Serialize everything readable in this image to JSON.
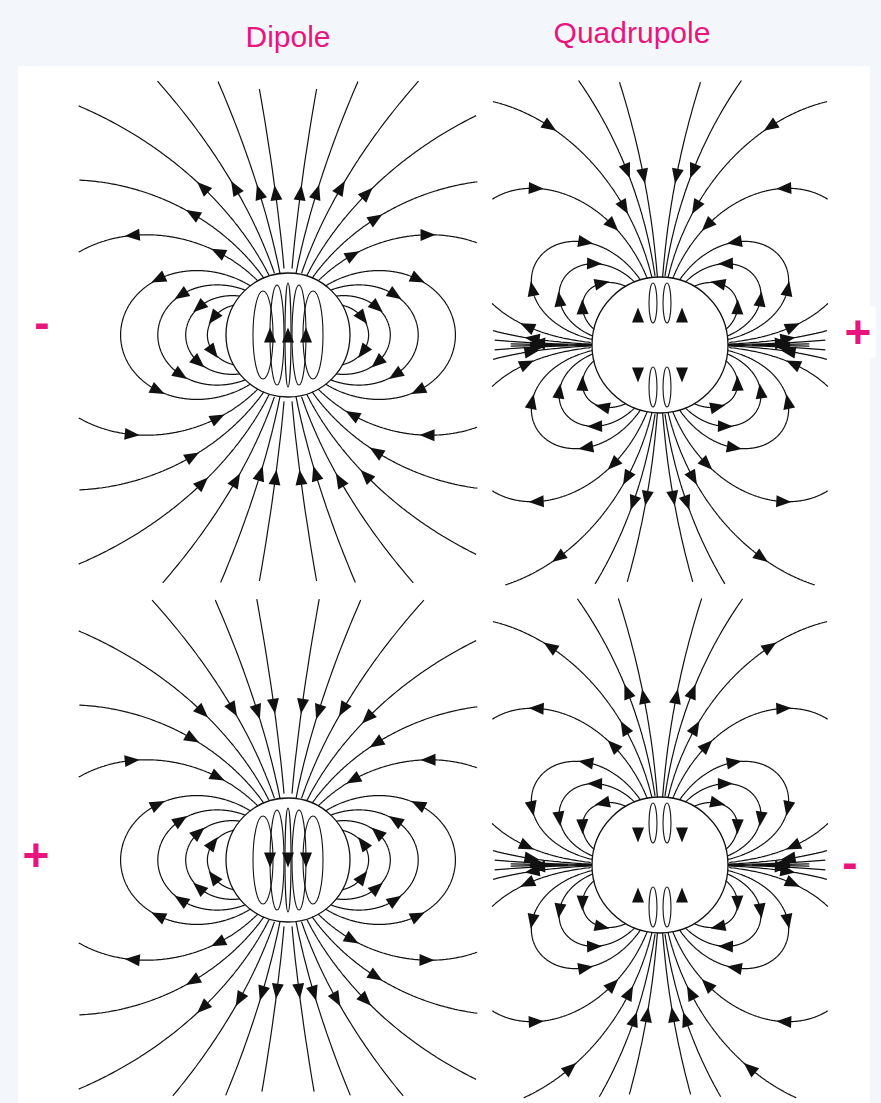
{
  "diagram": {
    "labels": [
      "Dipole",
      "Quadrupole",
      "-",
      "+",
      "+",
      "-"
    ]
  }
}
